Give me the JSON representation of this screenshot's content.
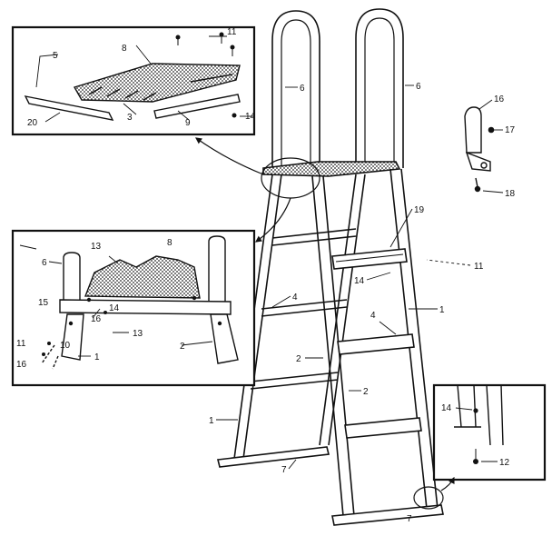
{
  "labels": {
    "n1": "1",
    "n2": "2",
    "n3": "3",
    "n4": "4",
    "n5": "5",
    "n6": "6",
    "n7": "7",
    "n8": "8",
    "n9": "9",
    "n10": "10",
    "n11": "11",
    "n12": "12",
    "n13": "13",
    "n14": "14",
    "n15": "15",
    "n16": "16",
    "n17": "17",
    "n18": "18",
    "n19": "19",
    "n20": "20"
  }
}
